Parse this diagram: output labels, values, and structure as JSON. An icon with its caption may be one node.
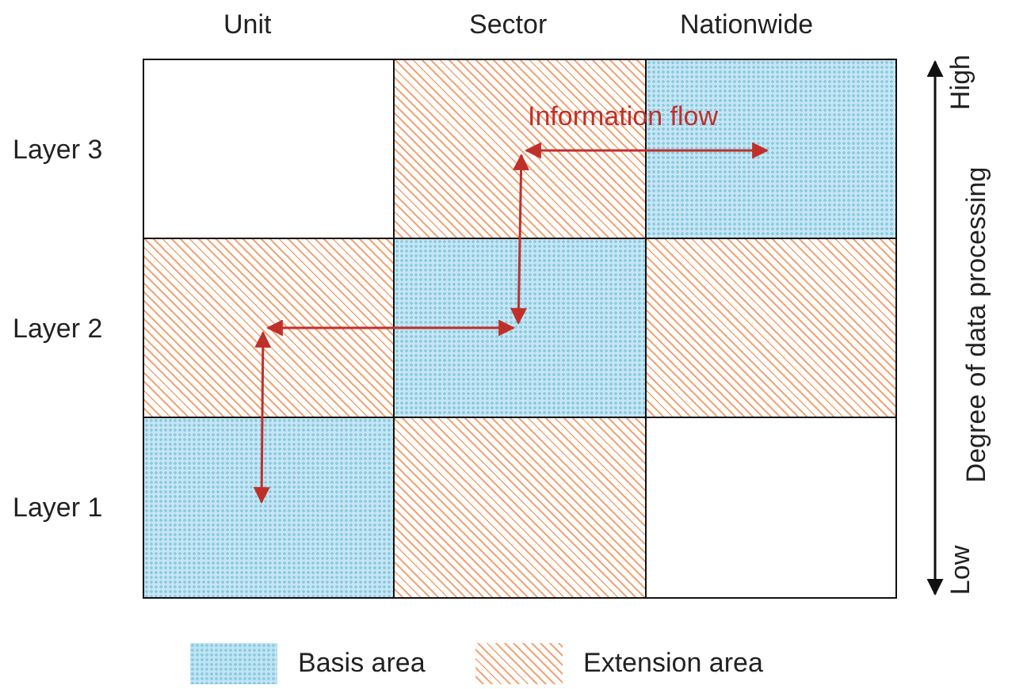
{
  "diagram": {
    "nodes": [
      {
        "text": [],
        "shape": "box"
      },
      {
        "text": [],
        "shape": "box"
      },
      {
        "text": [],
        "shape": "box"
      },
      {
        "text": [],
        "shape": "box"
      },
      {
        "text": [],
        "shape": "box"
      },
      {
        "text": [],
        "shape": "box"
      },
      {
        "text": [],
        "shape": "box"
      },
      {
        "text": [],
        "shape": "box"
      },
      {
        "text": [],
        "shape": "box"
      }
    ],
    "edges": [
      {
        "from": 6,
        "to": 3,
        "arrow": "both"
      },
      {
        "from": 3,
        "to": 4,
        "arrow": "both"
      },
      {
        "from": 4,
        "to": 1,
        "arrow": "both"
      },
      {
        "from": 1,
        "to": 2,
        "arrow": "both"
      }
    ],
    "labels": [
      "Unit",
      "Sector",
      "Nationwide",
      "Layer 3",
      "Information flow",
      "High",
      "Degree of data processing",
      "Layer 2",
      "Layer 1",
      "Low"
    ],
    "legend": [
      {
        "text": "Basis area",
        "color": "#bfe4f2"
      },
      {
        "text": "Extension area",
        "color": "#f5a77a"
      }
    ]
  }
}
